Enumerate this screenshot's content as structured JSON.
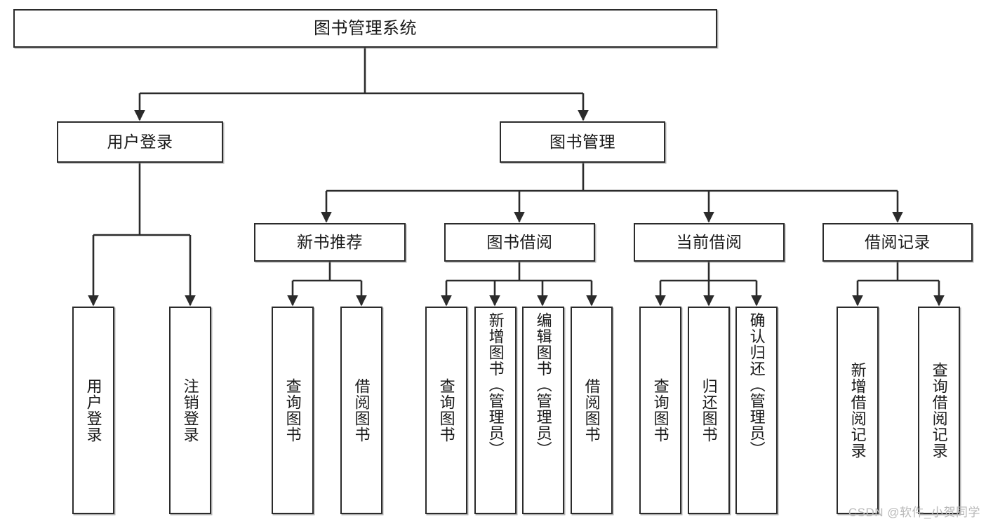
{
  "diagram": {
    "type": "tree",
    "title": "图书管理系统",
    "colors": {
      "background": "#ffffff",
      "box_border": "#2b2b2b",
      "box_fill": "#ffffff",
      "connector": "#2b2b2b",
      "text": "#1a1a1a",
      "watermark": "#b9b9b9"
    },
    "root": {
      "label": "图书管理系统"
    },
    "level2": [
      {
        "label": "用户登录"
      },
      {
        "label": "图书管理"
      }
    ],
    "level3": [
      {
        "label": "新书推荐"
      },
      {
        "label": "图书借阅"
      },
      {
        "label": "当前借阅"
      },
      {
        "label": "借阅记录"
      }
    ],
    "leaves": {
      "user_login": [
        {
          "label": "用户登录"
        },
        {
          "label": "注销登录"
        }
      ],
      "new_book_recommend": [
        {
          "label": "查询图书"
        },
        {
          "label": "借阅图书"
        }
      ],
      "book_borrow": [
        {
          "label": "查询图书"
        },
        {
          "label": "新增图书（管理员）"
        },
        {
          "label": "编辑图书（管理员）"
        },
        {
          "label": "借阅图书"
        }
      ],
      "current_borrow": [
        {
          "label": "查询图书"
        },
        {
          "label": "归还图书"
        },
        {
          "label": "确认归还（管理员）"
        }
      ],
      "borrow_record": [
        {
          "label": "新增借阅记录"
        },
        {
          "label": "查询借阅记录"
        }
      ]
    }
  },
  "watermark": {
    "text": "CSDN @软件_小贺同学"
  }
}
